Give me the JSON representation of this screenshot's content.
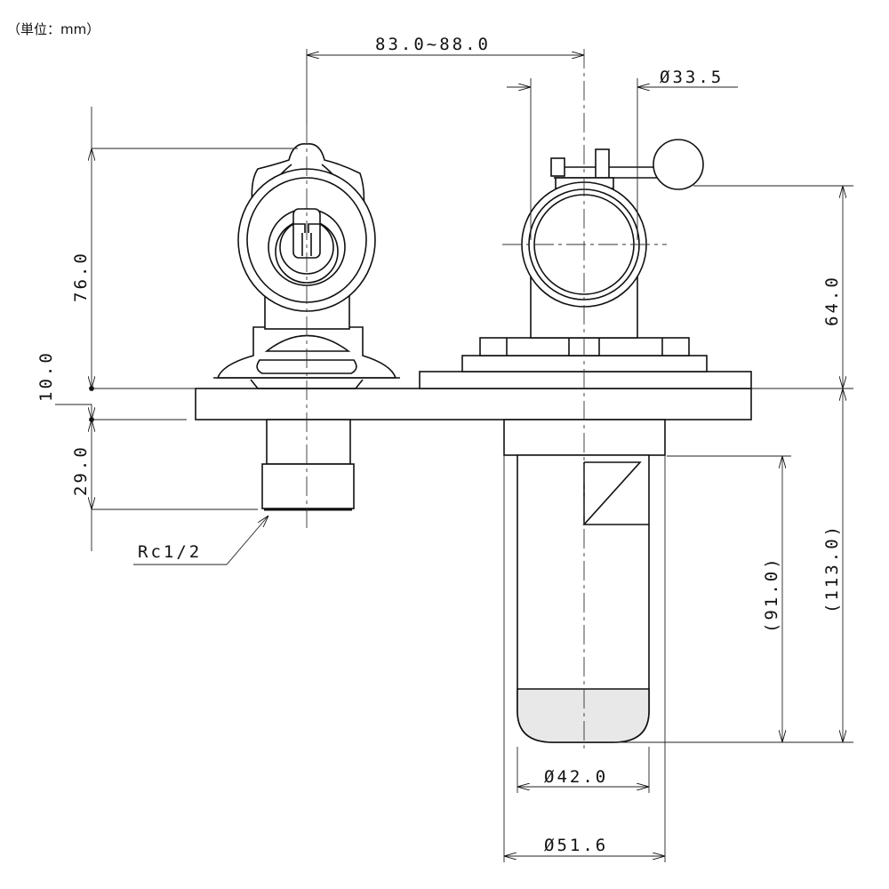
{
  "unit_label": "（単位：mm）",
  "dimensions": {
    "center_distance": "83.0~88.0",
    "top_diameter": "Ø33.5",
    "left_height": "76.0",
    "plate_thickness": "10.0",
    "thread_length": "29.0",
    "right_height": "64.0",
    "thread": "Rc1/2",
    "inner_length": "(91.0)",
    "total_length": "(113.0)",
    "inner_diameter": "Ø42.0",
    "outer_diameter": "Ø51.6"
  }
}
